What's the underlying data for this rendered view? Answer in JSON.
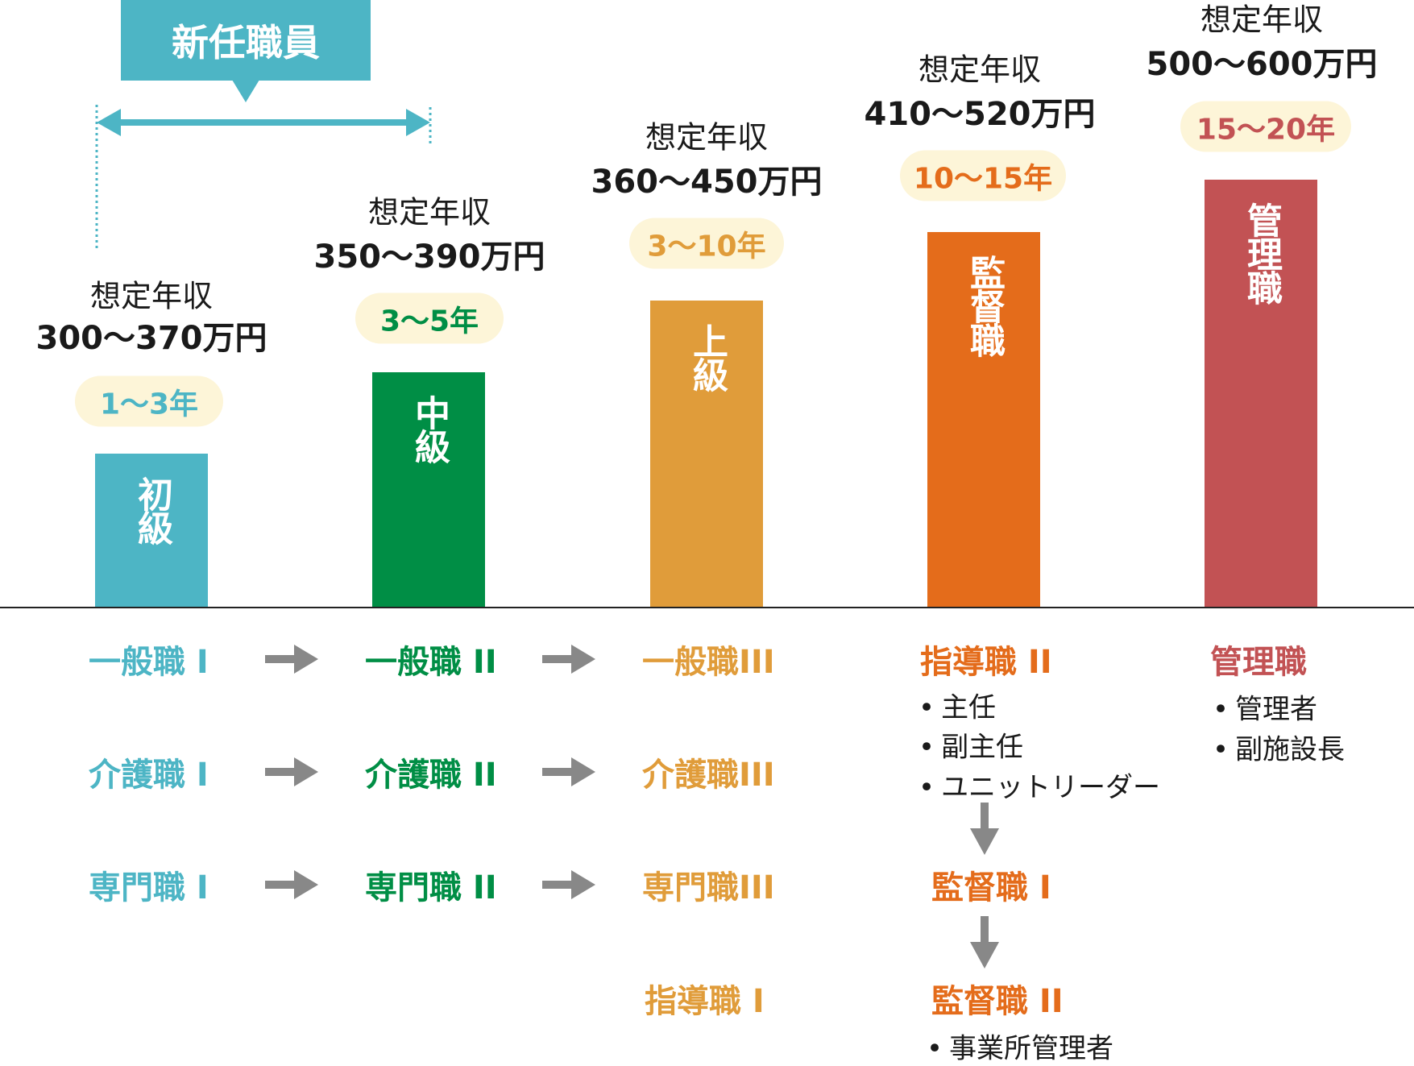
{
  "banner": "新任職員",
  "colors": {
    "teal": "#4db5c5",
    "green": "#008e45",
    "amber": "#e09c3a",
    "orange": "#e46c1b",
    "red": "#c25254",
    "pill": "#fdf5d8",
    "arrow": "#888888"
  },
  "columns": [
    {
      "label": "想定年収",
      "salary": "300〜370万円",
      "years": "1〜3年",
      "bar": "初級"
    },
    {
      "label": "想定年収",
      "salary": "350〜390万円",
      "years": "3〜5年",
      "bar": "中級"
    },
    {
      "label": "想定年収",
      "salary": "360〜450万円",
      "years": "3〜10年",
      "bar": "上級"
    },
    {
      "label": "想定年収",
      "salary": "410〜520万円",
      "years": "10〜15年",
      "bar": "監督職"
    },
    {
      "label": "想定年収",
      "salary": "500〜600万円",
      "years": "15〜20年",
      "bar": "管理職"
    }
  ],
  "roles": {
    "col1": [
      "一般職 I",
      "介護職 I",
      "専門職 I"
    ],
    "col2": [
      "一般職 II",
      "介護職 II",
      "専門職 II"
    ],
    "col3": [
      "一般職III",
      "介護職III",
      "専門職III",
      "指導職 I"
    ],
    "col4": {
      "title": "指導職 II",
      "bullets": [
        "主任",
        "副主任",
        "ユニットリーダー"
      ],
      "next1": "監督職 I",
      "next2": "監督職 II",
      "next2_bullets": [
        "事業所管理者"
      ]
    },
    "col5": {
      "title": "管理職",
      "bullets": [
        "管理者",
        "副施設長"
      ]
    }
  }
}
